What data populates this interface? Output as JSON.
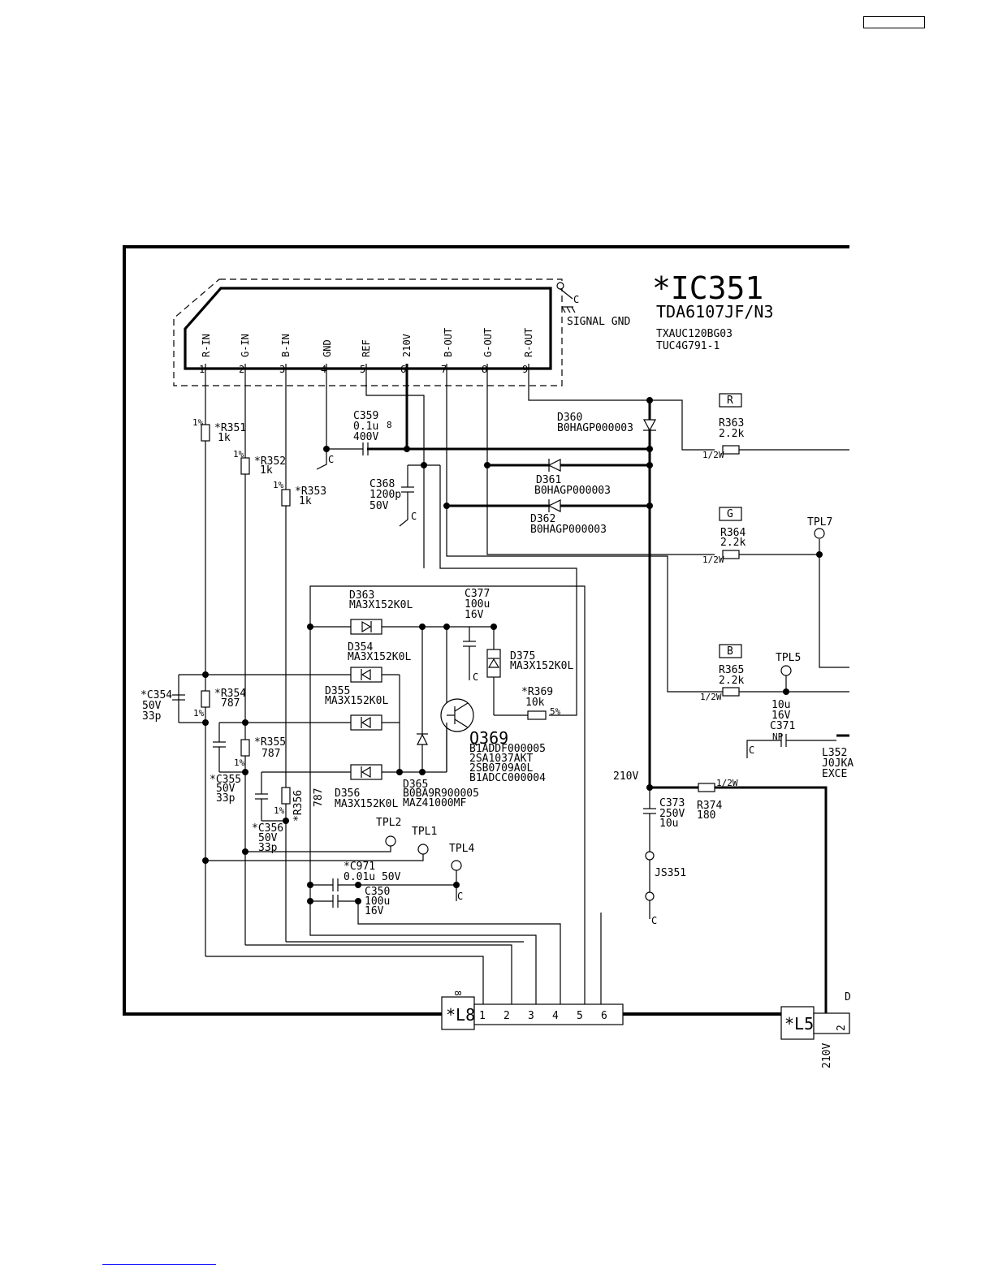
{
  "ic": {
    "ref": "*IC351",
    "part": "TDA6107JF/N3",
    "alt1": "TXAUC120BG03",
    "alt2": "TUC4G791-1",
    "signal_gnd": "SIGNAL GND",
    "pins": [
      {
        "num": "1",
        "name": "R-IN"
      },
      {
        "num": "2",
        "name": "G-IN"
      },
      {
        "num": "3",
        "name": "B-IN"
      },
      {
        "num": "4",
        "name": "GND"
      },
      {
        "num": "5",
        "name": "REF"
      },
      {
        "num": "6",
        "name": "210V"
      },
      {
        "num": "7",
        "name": "B-OUT"
      },
      {
        "num": "8",
        "name": "G-OUT"
      },
      {
        "num": "9",
        "name": "R-OUT"
      }
    ]
  },
  "components": {
    "r351": {
      "ref": "*R351",
      "val": "1k",
      "tol": "1%"
    },
    "r352": {
      "ref": "*R352",
      "val": "1k",
      "tol": "1%"
    },
    "r353": {
      "ref": "*R353",
      "val": "1k",
      "tol": "1%"
    },
    "r354": {
      "ref": "*R354",
      "val": "787",
      "tol": "1%"
    },
    "r355": {
      "ref": "*R355",
      "val": "787",
      "tol": "1%"
    },
    "r356": {
      "ref": "*R356",
      "val": "787",
      "tol": "1%"
    },
    "c354": {
      "ref": "*C354",
      "v": "50V",
      "val": "33p"
    },
    "c355": {
      "ref": "*C355",
      "v": "50V",
      "val": "33p"
    },
    "c356": {
      "ref": "*C356",
      "v": "50V",
      "val": "33p"
    },
    "c359": {
      "ref": "C359",
      "val": "0.1u",
      "v": "400V"
    },
    "c368": {
      "ref": "C368",
      "val": "1200p",
      "v": "50V"
    },
    "d360": {
      "ref": "D360",
      "part": "B0HAGP000003"
    },
    "d361": {
      "ref": "D361",
      "part": "B0HAGP000003"
    },
    "d362": {
      "ref": "D362",
      "part": "B0HAGP000003"
    },
    "d363": {
      "ref": "D363",
      "part": "MA3X152K0L"
    },
    "d354": {
      "ref": "D354",
      "part": "MA3X152K0L"
    },
    "d355": {
      "ref": "D355",
      "part": "MA3X152K0L"
    },
    "d356": {
      "ref": "D356",
      "part": "MA3X152K0L"
    },
    "d375": {
      "ref": "D375",
      "part": "MA3X152K0L"
    },
    "d365": {
      "ref": "D365",
      "part1": "B0BA9R900005",
      "part2": "MAZ41000MF"
    },
    "c377": {
      "ref": "C377",
      "val": "100u",
      "v": "16V"
    },
    "r369": {
      "ref": "*R369",
      "val": "10k",
      "tol": "5%"
    },
    "q369": {
      "ref": "Q369",
      "parts": [
        "B1ADDF000005",
        "2SA1037AKT",
        "2SB0709A0L",
        "B1ADCC000004"
      ]
    },
    "r363": {
      "ref": "R363",
      "val": "2.2k",
      "pwr": "1/2W",
      "net": "R"
    },
    "r364": {
      "ref": "R364",
      "val": "2.2k",
      "pwr": "1/2W",
      "net": "G"
    },
    "r365": {
      "ref": "R365",
      "val": "2.2k",
      "pwr": "1/2W",
      "net": "B"
    },
    "c371": {
      "ref": "C371",
      "val": "10u",
      "v": "16V",
      "np": "NP"
    },
    "l352": {
      "ref": "L352",
      "line2": "J0JKA",
      "line3": "EXCE"
    },
    "c373": {
      "ref": "C373",
      "v": "250V",
      "val": "10u"
    },
    "r374": {
      "ref": "R374",
      "val": "180",
      "pwr": "1/2W"
    },
    "js351": {
      "ref": "JS351"
    },
    "c971": {
      "ref": "*C971",
      "val": "0.01u 50V"
    },
    "c350": {
      "ref": "C350",
      "val": "100u",
      "v": "16V"
    },
    "l8": {
      "ref": "*L8",
      "pins": [
        "1",
        "2",
        "3",
        "4",
        "5",
        "6"
      ]
    },
    "l5": {
      "ref": "*L5"
    }
  },
  "test_points": [
    "TPL1",
    "TPL2",
    "TPL4",
    "TPL5",
    "TPL7"
  ],
  "labels": {
    "v210": "210V",
    "v210_bottom": "210V",
    "gnd": "C",
    "mark_8": "8",
    "fragment_d": "D",
    "fragment_2": "2"
  }
}
